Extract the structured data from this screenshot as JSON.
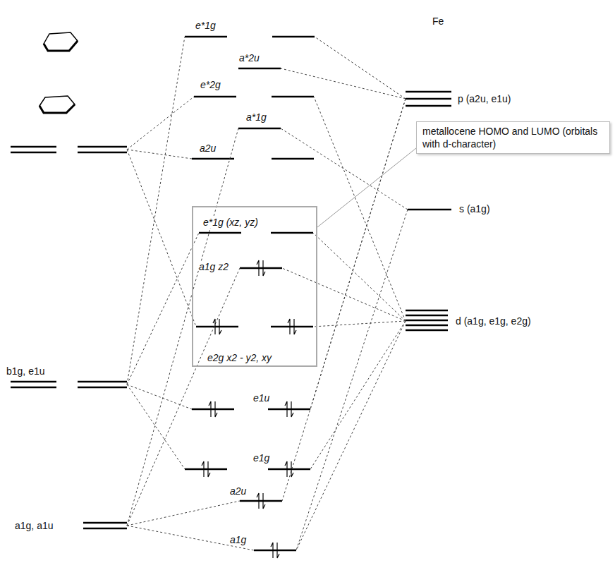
{
  "diagram": {
    "nodes": [
      {
        "text": [
          "metallocene HOMO and LUMO (orbitals with d-character)"
        ]
      },
      {
        "text": [
          "e*1g (xz, yz)",
          "a1g z2",
          "e2g x2 - y2, xy"
        ]
      }
    ],
    "edges": [
      {
        "from": 0,
        "to": 1,
        "arrow": "none"
      }
    ],
    "labels": [
      "Fe",
      "p (a2u, e1u)",
      "s (a1g)",
      "d (a1g, e1g, e2g)",
      "b1g, e1u",
      "a1g, a1u",
      "e*1g",
      "a*2u",
      "e*2g",
      "a*1g",
      "a2u",
      "e1u",
      "e1g",
      "a2u",
      "a1g"
    ]
  }
}
